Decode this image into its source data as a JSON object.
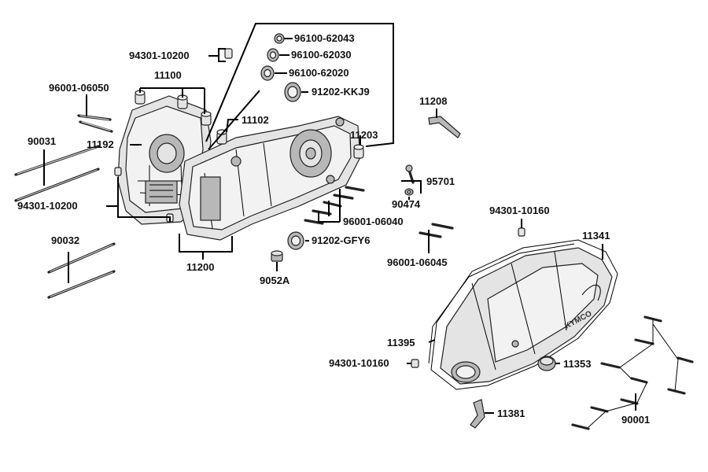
{
  "diagram": {
    "type": "exploded-parts-diagram",
    "parts": {
      "p96100_62043": "96100-62043",
      "p96100_62030": "96100-62030",
      "p96100_62020": "96100-62020",
      "p91202_KKJ9": "91202-KKJ9",
      "p94301_10200_top": "94301-10200",
      "p11100": "11100",
      "p96001_06050": "96001-06050",
      "p11102": "11102",
      "p11208": "11208",
      "p90031": "90031",
      "p11192": "11192",
      "p11203": "11203",
      "p95701": "95701",
      "p90474": "90474",
      "p94301_10200_left": "94301-10200",
      "p96001_06040": "96001-06040",
      "p94301_10160_top": "94301-10160",
      "p11341": "11341",
      "p90032": "90032",
      "p91202_GFY6": "91202-GFY6",
      "p96001_06045": "96001-06045",
      "p11200": "11200",
      "p9052A": "9052A",
      "p11395": "11395",
      "p94301_10160_bottom": "94301-10160",
      "p11353": "11353",
      "p11381": "11381",
      "p90001": "90001"
    },
    "cover_logo": "KYMCO"
  }
}
